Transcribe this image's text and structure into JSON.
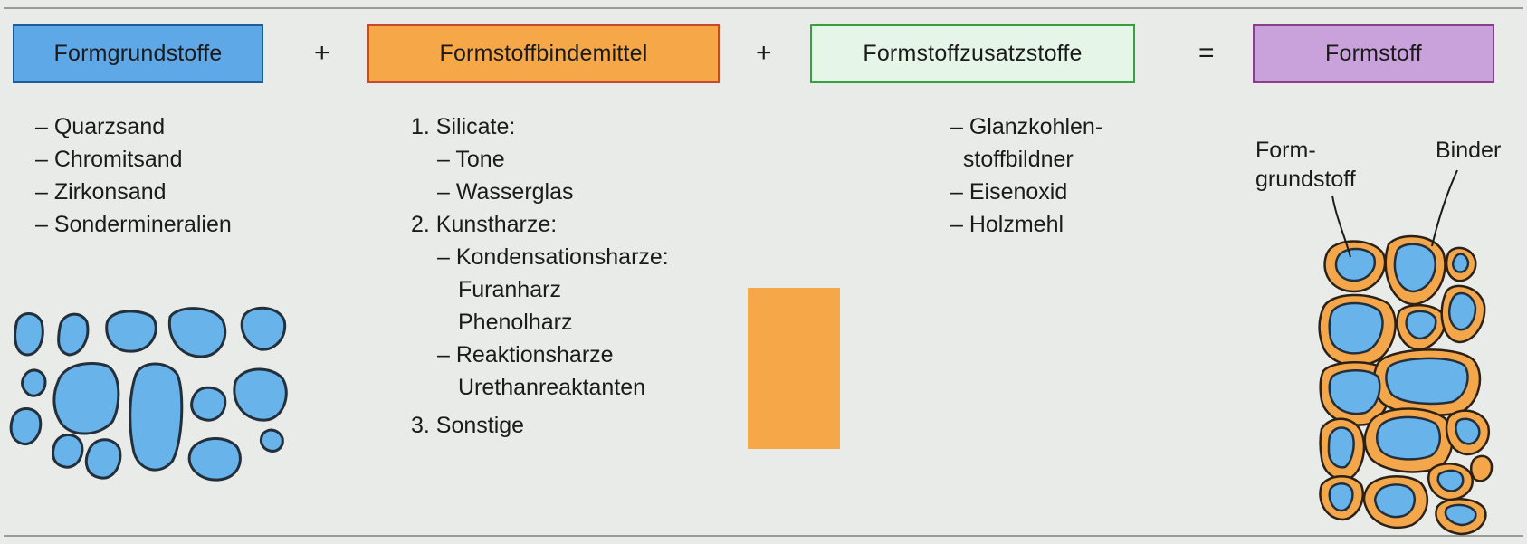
{
  "colors": {
    "grundstoff": "#5ea8e8",
    "binder": "#f6a849",
    "zusatz": "#e5f5e7",
    "formstoff": "#c9a2dc",
    "grain_blue": "#67b3ea",
    "grain_border": "#2a3a48"
  },
  "boxes": {
    "formgrundstoffe": "Formgrundstoffe",
    "formstoffbindemittel": "Formstoffbindemittel",
    "formstoffzusatzstoffe": "Formstoffzusatzstoffe",
    "formstoff": "Formstoff"
  },
  "operators": {
    "plus1": "+",
    "plus2": "+",
    "equals": "="
  },
  "grundstoffe_list": [
    "– Quarzsand",
    "– Chromitsand",
    "– Zirkonsand",
    "– Sondermineralien"
  ],
  "bindemittel_list": [
    {
      "text": "1. Silicate:",
      "level": 0
    },
    {
      "text": "– Tone",
      "level": 1
    },
    {
      "text": "– Wasserglas",
      "level": 1
    },
    {
      "text": "2. Kunstharze:",
      "level": 0
    },
    {
      "text": "– Kondensationsharze:",
      "level": 1
    },
    {
      "text": "Furanharz",
      "level": 2
    },
    {
      "text": "Phenolharz",
      "level": 2
    },
    {
      "text": "– Reaktionsharze",
      "level": 1
    },
    {
      "text": "Urethanreaktanten",
      "level": 2
    },
    {
      "text": "3. Sonstige",
      "level": 0
    }
  ],
  "zusatzstoffe_list": [
    "– Glanzkohlen-",
    "  stoffbildner",
    "– Eisenoxid",
    "– Holzmehl"
  ],
  "formstoff_labels": {
    "grundstoff_line1": "Form-",
    "grundstoff_line2": "grundstoff",
    "binder": "Binder"
  }
}
